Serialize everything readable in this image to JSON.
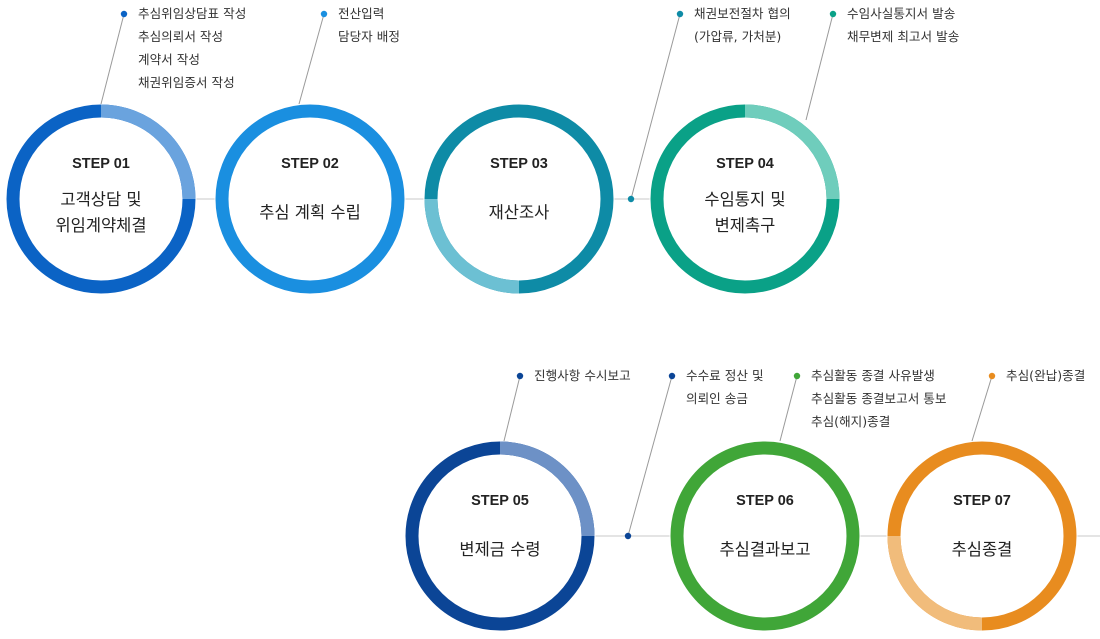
{
  "steps": [
    {
      "label": "STEP 01",
      "title": [
        "고객상담 및",
        "위임계약체결"
      ],
      "color_main": "#0b63c5",
      "color_light": "#6aa3de"
    },
    {
      "label": "STEP 02",
      "title": [
        "추심 계획 수립"
      ],
      "color_main": "#1a8fe0",
      "color_light": "#1a8fe0"
    },
    {
      "label": "STEP 03",
      "title": [
        "재산조사"
      ],
      "color_main": "#0e8ba6",
      "color_light": "#6cc0d3"
    },
    {
      "label": "STEP 04",
      "title": [
        "수임통지 및",
        "변제촉구"
      ],
      "color_main": "#0aa187",
      "color_light": "#6fcdbc"
    },
    {
      "label": "STEP 05",
      "title": [
        "변제금 수령"
      ],
      "color_main": "#0b4596",
      "color_light": "#6d91c6"
    },
    {
      "label": "STEP 06",
      "title": [
        "추심결과보고"
      ],
      "color_main": "#40a638",
      "color_light": "#40a638"
    },
    {
      "label": "STEP 07",
      "title": [
        "추심종결"
      ],
      "color_main": "#e88c1f",
      "color_light": "#f1bc7b"
    }
  ],
  "notes": [
    {
      "lines": [
        "추심위임상담표 작성",
        "추심의뢰서 작성",
        "계약서 작성",
        "채권위임증서 작성"
      ],
      "color": "#0b63c5"
    },
    {
      "lines": [
        "전산입력",
        "담당자 배정"
      ],
      "color": "#1a8fe0"
    },
    {
      "lines": [
        "채권보전절차 협의",
        "(가압류, 가처분)"
      ],
      "color": "#0e8ba6"
    },
    {
      "lines": [
        "수임사실통지서 발송",
        "채무변제 최고서 발송"
      ],
      "color": "#0aa187"
    },
    {
      "lines": [
        "진행사항 수시보고"
      ],
      "color": "#0b4596"
    },
    {
      "lines": [
        "수수료 정산 및",
        "의뢰인 송금"
      ],
      "color": "#0b4596"
    },
    {
      "lines": [
        "추심활동 종결 사유발생",
        "추심활동 종결보고서 통보",
        "추심(해지)종결"
      ],
      "color": "#40a638"
    },
    {
      "lines": [
        "추심(완납)종결"
      ],
      "color": "#e88c1f"
    }
  ]
}
